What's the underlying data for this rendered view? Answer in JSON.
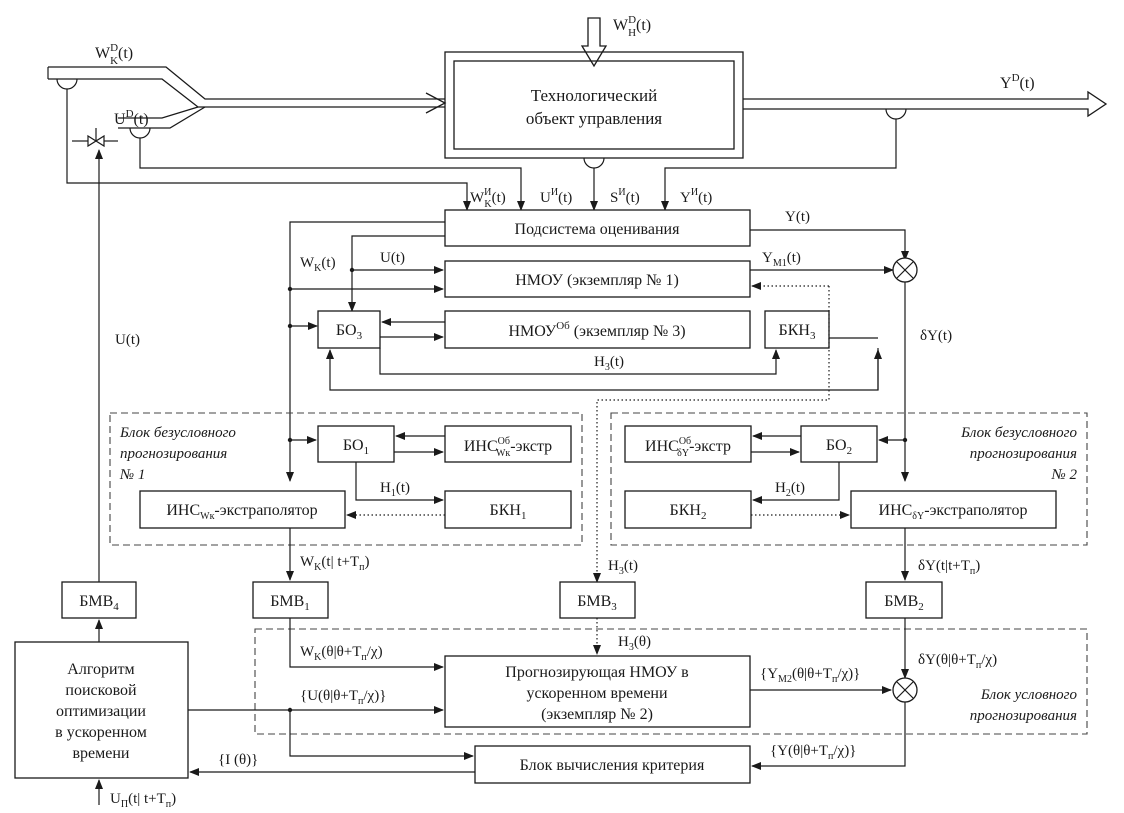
{
  "inputs": {
    "wk_d": "W",
    "wk_d_sup": "D",
    "wk_d_sub": "K",
    "wk_d_arg": "(t)",
    "wh_d": "W",
    "wh_d_sup": "D",
    "wh_d_sub": "H",
    "wh_d_arg": "(t)",
    "u_d": "U",
    "u_d_sup": "D",
    "u_d_arg": "(t)",
    "y_d": "Y",
    "y_d_sup": "D",
    "y_d_arg": "(t)"
  },
  "measured": {
    "wk_i": "W",
    "wk_i_sup": "И",
    "wk_i_sub": "K",
    "wk_i_arg": "(t)",
    "u_i": "U",
    "u_i_sup": "И",
    "u_i_arg": "(t)",
    "s_i": "S",
    "s_i_sup": "И",
    "s_i_arg": "(t)",
    "y_i": "Y",
    "y_i_sup": "И",
    "y_i_arg": "(t)"
  },
  "blocks": {
    "object_line1": "Технологический",
    "object_line2": "объект управления",
    "estimation": "Подсистема оценивания",
    "nmou1": "НМОУ (экземпляр № 1)",
    "nmou3_main": "НМОУ",
    "nmou3_sup": "Об",
    "nmou3_rest": " (экземпляр № 3)",
    "bo3": "БО",
    "bo3_sub": "3",
    "bkn3": "БКН",
    "bkn3_sub": "3",
    "bo1": "БО",
    "bo1_sub": "1",
    "ins_wk_ex_main": "ИНС",
    "ins_wk_ex_sup": "Об",
    "ins_wk_ex_sub": "Wк",
    "ins_wk_ex_rest": "-экстр",
    "ins_wk_main": "ИНС",
    "ins_wk_sub": "Wк",
    "ins_wk_rest": "-экстраполятор",
    "bkn1": "БКН",
    "bkn1_sub": "1",
    "ins_dy_ex_main": "ИНС",
    "ins_dy_ex_sup": "Об",
    "ins_dy_ex_sub": "δY",
    "ins_dy_ex_rest": "-экстр",
    "bo2": "БО",
    "bo2_sub": "2",
    "bkn2": "БКН",
    "bkn2_sub": "2",
    "ins_dy_main": "ИНС",
    "ins_dy_sub": "δY",
    "ins_dy_rest": "-экстраполятор",
    "bmv4": "БМВ",
    "bmv4_sub": "4",
    "bmv1": "БМВ",
    "bmv1_sub": "1",
    "bmv3": "БМВ",
    "bmv3_sub": "3",
    "bmv2": "БМВ",
    "bmv2_sub": "2",
    "algo_line1": "Алгоритм",
    "algo_line2": "поисковой",
    "algo_line3": "оптимизации",
    "algo_line4": "в ускоренном",
    "algo_line5": "времени",
    "nmou2_line1": "Прогнозирующая НМОУ в",
    "nmou2_line2": "ускоренном времени",
    "nmou2_line3": "(экземпляр № 2)",
    "criterion": "Блок вычисления критерия"
  },
  "groups": {
    "group1_line1": "Блок безусловного",
    "group1_line2": "прогнозирования",
    "group1_line3": "№ 1",
    "group2_line1": "Блок безусловного",
    "group2_line2": "прогнозирования",
    "group2_line3": "№ 2",
    "group3_line1": "Блок условного",
    "group3_line2": "прогнозирования"
  },
  "signals": {
    "y_est": "Y(t)",
    "wk_est": "W",
    "wk_est_sub": "K",
    "wk_est_arg": "(t)",
    "u_est": "U(t)",
    "y_m1": "Y",
    "y_m1_sub": "M1",
    "y_m1_arg": "(t)",
    "dy": "δY(t)",
    "u_t": "U(t)",
    "h3_t": "H",
    "h3_t_sub": "3",
    "h3_t_arg": "(t)",
    "h1_t": "H",
    "h1_t_sub": "1",
    "h1_t_arg": "(t)",
    "h2_t": "H",
    "h2_t_sub": "2",
    "h2_t_arg": "(t)",
    "wk_pred": "W",
    "wk_pred_sub": "K",
    "wk_pred_arg": "(t| t+T",
    "wk_pred_tsub": "п",
    "wk_pred_end": ")",
    "h3_b": "H",
    "h3_b_sub": "3",
    "h3_b_arg": "(t)",
    "dy_pred": "δY(t|t+T",
    "dy_pred_tsub": "п",
    "dy_pred_end": ")",
    "wk_theta": "W",
    "wk_theta_sub": "K",
    "wk_theta_arg": "(θ|θ+T",
    "wk_theta_tsub": "п",
    "wk_theta_end": "/χ)",
    "h3_theta": "H",
    "h3_theta_sub": "3",
    "h3_theta_arg": "(θ)",
    "dy_theta": "δY(θ|θ+T",
    "dy_theta_tsub": "п",
    "dy_theta_end": "/χ)",
    "u_theta": "{U(θ|θ+T",
    "u_theta_tsub": "п",
    "u_theta_end": "/χ)}",
    "ym2": "{Y",
    "ym2_sub": "M2",
    "ym2_arg": "(θ|θ+T",
    "ym2_tsub": "п",
    "ym2_end": "/χ)}",
    "i_theta": "{I (θ)}",
    "y_theta": "{Y(θ|θ+T",
    "y_theta_tsub": "п",
    "y_theta_end": "/χ)}",
    "up": "U",
    "up_sub": "П",
    "up_arg": "(t| t+T",
    "up_tsub": "п",
    "up_end": ")"
  }
}
